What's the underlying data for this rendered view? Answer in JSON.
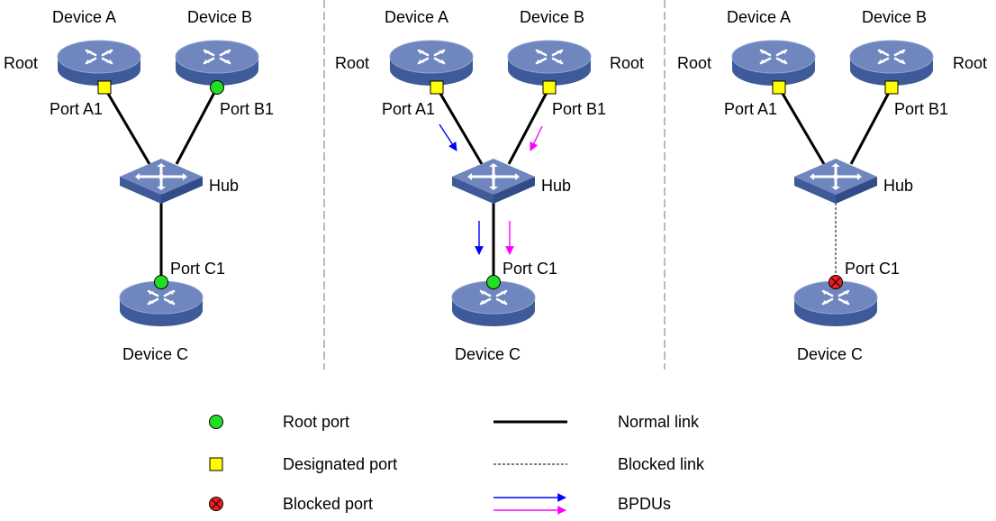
{
  "colors": {
    "device_top": "#6f86be",
    "device_side": "#3f5a99",
    "root_port": "#22dd22",
    "designated_port": "#ffff00",
    "blocked_port": "#ee1c1c",
    "bpdu_a": "#0000ff",
    "bpdu_b": "#ff00ff",
    "link": "#000000"
  },
  "panels": [
    {
      "device_a": "Device A",
      "device_b": "Device B",
      "device_c": "Device C",
      "hub": "Hub",
      "root_a": "Root",
      "root_b": "",
      "port_a1": "Port A1",
      "port_b1": "Port B1",
      "port_c1": "Port C1",
      "port_a1_role": "designated",
      "port_b1_role": "root",
      "port_c1_role": "root",
      "hub_c_link": "normal",
      "bpdus": false
    },
    {
      "device_a": "Device A",
      "device_b": "Device B",
      "device_c": "Device C",
      "hub": "Hub",
      "root_a": "Root",
      "root_b": "Root",
      "port_a1": "Port A1",
      "port_b1": "Port B1",
      "port_c1": "Port C1",
      "port_a1_role": "designated",
      "port_b1_role": "designated",
      "port_c1_role": "root",
      "hub_c_link": "normal",
      "bpdus": true
    },
    {
      "device_a": "Device A",
      "device_b": "Device B",
      "device_c": "Device C",
      "hub": "Hub",
      "root_a": "Root",
      "root_b": "Root",
      "port_a1": "Port A1",
      "port_b1": "Port B1",
      "port_c1": "Port C1",
      "port_a1_role": "designated",
      "port_b1_role": "designated",
      "port_c1_role": "blocked",
      "hub_c_link": "blocked",
      "bpdus": false
    }
  ],
  "legend": {
    "root_port": "Root port",
    "designated_port": "Designated port",
    "blocked_port": "Blocked port",
    "normal_link": "Normal link",
    "blocked_link": "Blocked link",
    "bpdus": "BPDUs"
  }
}
